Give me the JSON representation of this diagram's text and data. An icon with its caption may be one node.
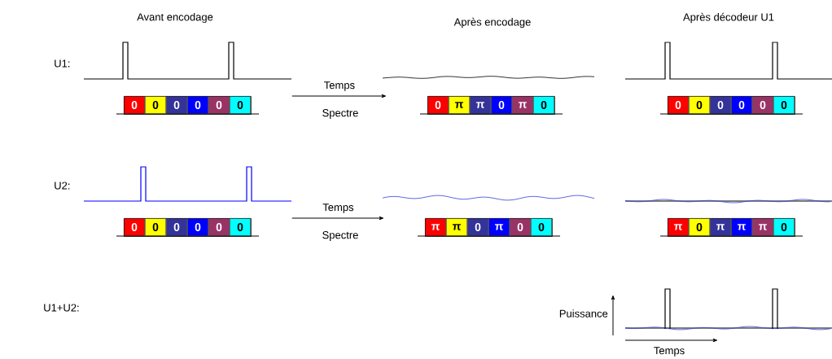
{
  "diagram": {
    "nodes": [
      {
        "text": [
          "0",
          "0",
          "0",
          "0",
          "0",
          "0"
        ]
      },
      {
        "text": [
          "0",
          "π",
          "π",
          "0",
          "π",
          "0"
        ]
      },
      {
        "text": [
          "0",
          "0",
          "0",
          "0",
          "0",
          "0"
        ]
      },
      {
        "text": [
          "0",
          "0",
          "0",
          "0",
          "0",
          "0"
        ]
      },
      {
        "text": [
          "π",
          "π",
          "0",
          "π",
          "0",
          "0"
        ]
      },
      {
        "text": [
          "π",
          "0",
          "π",
          "π",
          "π",
          "0"
        ]
      }
    ],
    "edges": [
      {
        "from": 0,
        "to": 1,
        "arrow": "to",
        "label": "Temps"
      },
      {
        "from": 3,
        "to": 4,
        "arrow": "to",
        "label": "Temps"
      }
    ],
    "labels": [
      "Avant encodage",
      "Après encodage",
      "Après décodeur U1",
      "U1:",
      "Spectre",
      "U2:",
      "Spectre",
      "U1+U2:",
      "Puissance",
      "Temps"
    ]
  }
}
